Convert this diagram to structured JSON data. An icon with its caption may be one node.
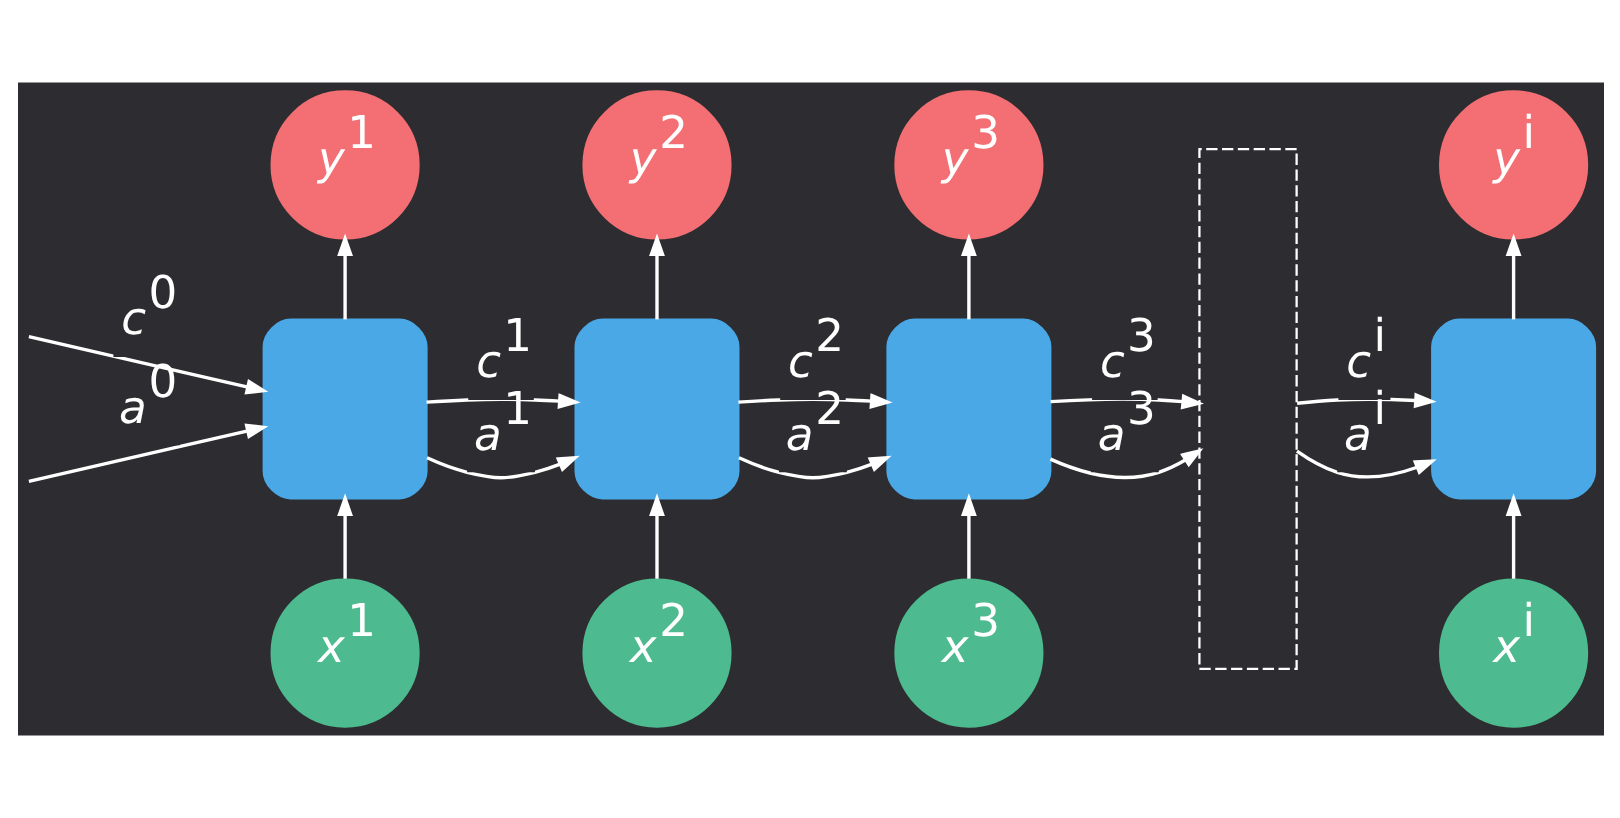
{
  "diagram": {
    "nodes": [
      {
        "text": [
          "y$^{1}$"
        ]
      },
      {
        "text": [
          "y$^{2}$"
        ]
      },
      {
        "text": [
          "y$^{3}$"
        ]
      },
      {
        "text": [
          "y$^{i}$"
        ]
      },
      {
        "text": [],
        "shape": "box"
      },
      {
        "text": [],
        "shape": "box"
      },
      {
        "text": [],
        "shape": "box"
      },
      {
        "text": [],
        "shape": "box"
      },
      {
        "text": [],
        "shape": "box"
      },
      {
        "text": [
          "x$^{1}$"
        ]
      },
      {
        "text": [
          "x$^{2}$"
        ]
      },
      {
        "text": [
          "x$^{3}$"
        ]
      },
      {
        "text": [
          "x$^{i}$"
        ]
      }
    ],
    "edges": [
      {
        "from": null,
        "to": 4,
        "arrow": "to",
        "label": "c$^{0}$"
      },
      {
        "from": null,
        "to": 4,
        "arrow": "to",
        "label": "a$^{0}$"
      },
      {
        "from": 9,
        "to": 4,
        "arrow": "to"
      },
      {
        "from": 4,
        "to": 0,
        "arrow": "to"
      },
      {
        "from": 4,
        "to": 5,
        "arrow": "to",
        "label": "c$^{1}$"
      },
      {
        "from": 4,
        "to": 5,
        "arrow": "to",
        "label": "a$^{1}$"
      },
      {
        "from": 10,
        "to": 5,
        "arrow": "to"
      },
      {
        "from": 5,
        "to": 1,
        "arrow": "to"
      },
      {
        "from": 5,
        "to": 6,
        "arrow": "to",
        "label": "c$^{2}$"
      },
      {
        "from": 5,
        "to": 6,
        "arrow": "to",
        "label": "a$^{2}$"
      },
      {
        "from": 11,
        "to": 6,
        "arrow": "to"
      },
      {
        "from": 6,
        "to": 2,
        "arrow": "to"
      },
      {
        "from": 6,
        "to": 7,
        "arrow": "to",
        "label": "c$^{3}$"
      },
      {
        "from": 6,
        "to": 7,
        "arrow": "to",
        "label": "a$^{3}$"
      },
      {
        "from": 7,
        "to": 8,
        "arrow": "to",
        "label": "c$^{i}$"
      },
      {
        "from": 7,
        "to": 8,
        "arrow": "to",
        "label": "a$^{i}$"
      },
      {
        "from": 12,
        "to": 8,
        "arrow": "to"
      },
      {
        "from": 8,
        "to": 3,
        "arrow": "to"
      }
    ]
  }
}
